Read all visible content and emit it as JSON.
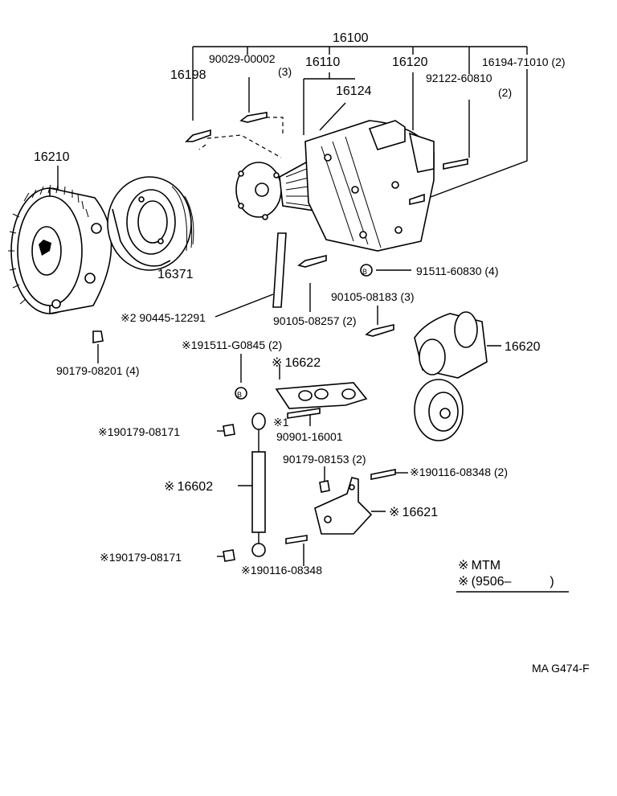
{
  "parts": {
    "p16100": "16100",
    "p90029": "90029-00002",
    "p90029_qty": "(3)",
    "p16110": "16110",
    "p16120": "16120",
    "p16194": "16194-71010 (2)",
    "p16198": "16198",
    "p16124": "16124",
    "p92122": "92122-60810",
    "p92122_qty": "(2)",
    "p16210": "16210",
    "p16371": "16371",
    "p91511_60830": "91511-60830 (4)",
    "p90445": "※2 90445-12291",
    "p90105_08183": "90105-08183 (3)",
    "p90105_08257": "90105-08257 (2)",
    "p16620": "16620",
    "p90179_08201": "90179-08201 (4)",
    "p91511_G0845": "※191511-G0845 (2)",
    "p16622": "※ 16622",
    "p90179_08171a": "※190179-08171",
    "p90901_mark": "※1",
    "p90901": "90901-16001",
    "p90179_08153": "90179-08153 (2)",
    "p90116_08348a": "※190116-08348 (2)",
    "p16602": "※ 16602",
    "p16621": "※ 16621",
    "p90179_08171b": "※190179-08171",
    "p90116_08348b": "※190116-08348"
  },
  "legend": {
    "row1": "※ MTM",
    "row2": "※ (9506–   )"
  },
  "drawing_code": "MA  G474-F",
  "bolt_marker": "B"
}
